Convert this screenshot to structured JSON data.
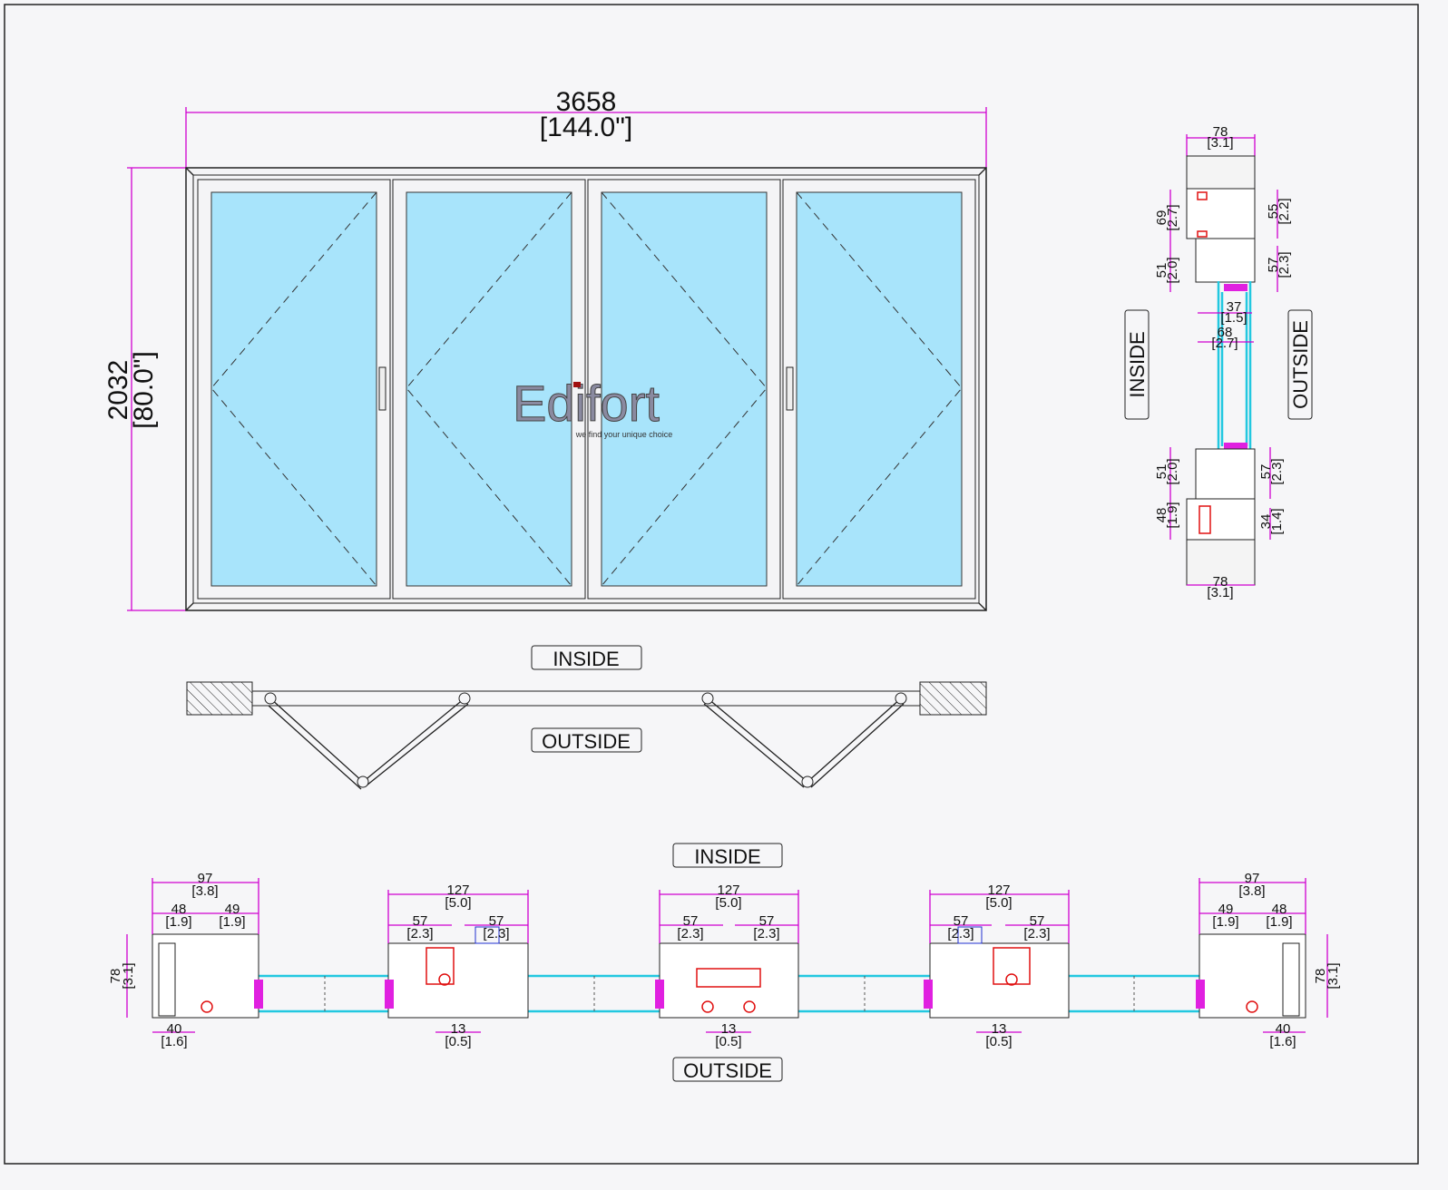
{
  "elevation": {
    "width_mm": "3658",
    "width_in": "[144.0\"]",
    "height_mm": "2032",
    "height_in": "[80.0\"]",
    "panels": 4
  },
  "logo": {
    "name": "Edifort",
    "tagline": "we find your unique choice",
    "color": "#8a8aa0"
  },
  "plan": {
    "inside": "INSIDE",
    "outside": "OUTSIDE"
  },
  "vertical_section": {
    "inside": "INSIDE",
    "outside": "OUTSIDE",
    "top_width": [
      "78",
      "[3.1]"
    ],
    "head_left": [
      "69",
      "[2.7]"
    ],
    "head_right": [
      "55",
      "[2.2]"
    ],
    "sash_top_left": [
      "51",
      "[2.0]"
    ],
    "sash_top_right": [
      "57",
      "[2.3]"
    ],
    "glass": [
      "37",
      "[1.5]"
    ],
    "sash_depth": [
      "68",
      "[2.7]"
    ],
    "sash_bot_left": [
      "51",
      "[2.0]"
    ],
    "sash_bot_right": [
      "57",
      "[2.3]"
    ],
    "sill_left": [
      "48",
      "[1.9]"
    ],
    "sill_right": [
      "34",
      "[1.4]"
    ],
    "bottom_width": [
      "78",
      "[3.1]"
    ]
  },
  "horizontal_section": {
    "inside": "INSIDE",
    "outside": "OUTSIDE",
    "jamb_left": {
      "total": [
        "97",
        "[3.8]"
      ],
      "a": [
        "48",
        "[1.9]"
      ],
      "b": [
        "49",
        "[1.9]"
      ],
      "depth": [
        "78",
        "[3.1]"
      ],
      "bottom": [
        "40",
        "[1.6]"
      ]
    },
    "mullions": [
      {
        "total": [
          "127",
          "[5.0]"
        ],
        "a": [
          "57",
          "[2.3]"
        ],
        "b": [
          "57",
          "[2.3]"
        ],
        "gap": [
          "13",
          "[0.5]"
        ]
      },
      {
        "total": [
          "127",
          "[5.0]"
        ],
        "a": [
          "57",
          "[2.3]"
        ],
        "b": [
          "57",
          "[2.3]"
        ],
        "gap": [
          "13",
          "[0.5]"
        ]
      },
      {
        "total": [
          "127",
          "[5.0]"
        ],
        "a": [
          "57",
          "[2.3]"
        ],
        "b": [
          "57",
          "[2.3]"
        ],
        "gap": [
          "13",
          "[0.5]"
        ]
      }
    ],
    "jamb_right": {
      "total": [
        "97",
        "[3.8]"
      ],
      "a": [
        "49",
        "[1.9]"
      ],
      "b": [
        "48",
        "[1.9]"
      ],
      "depth": [
        "78",
        "[3.1]"
      ],
      "bottom": [
        "40",
        "[1.6]"
      ]
    }
  },
  "colors": {
    "dimension": "#d000d0",
    "glass": "#a8e4fb",
    "glass_edge": "#22c8e0",
    "gasket": "#e01010"
  }
}
